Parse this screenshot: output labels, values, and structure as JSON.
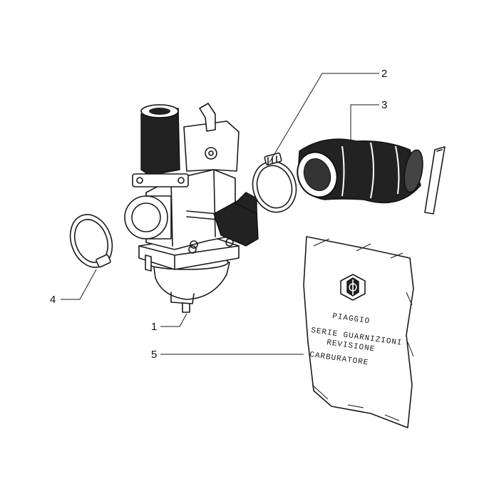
{
  "callouts": {
    "c1": "1",
    "c2": "2",
    "c3": "3",
    "c4": "4",
    "c5": "5"
  },
  "bag": {
    "brand": "PIAGGIO",
    "line1": "SERIE GUARNIZIONI",
    "line2": "REVISIONE",
    "line3": "CARBURATORE"
  }
}
